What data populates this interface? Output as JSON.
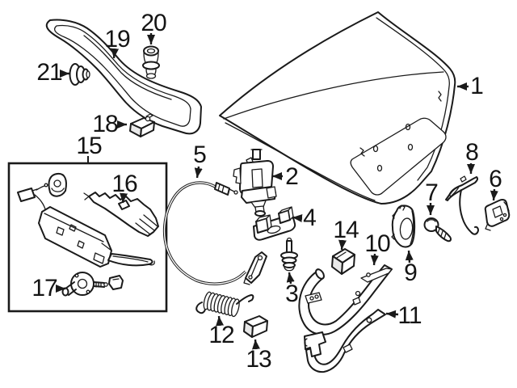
{
  "diagram": {
    "background": "#ffffff",
    "line_color": "#1a1a1a",
    "callouts": [
      {
        "label": "1"
      },
      {
        "label": "2"
      },
      {
        "label": "3"
      },
      {
        "label": "4"
      },
      {
        "label": "5"
      },
      {
        "label": "6"
      },
      {
        "label": "7"
      },
      {
        "label": "8"
      },
      {
        "label": "9"
      },
      {
        "label": "10"
      },
      {
        "label": "11"
      },
      {
        "label": "12"
      },
      {
        "label": "13"
      },
      {
        "label": "14"
      },
      {
        "label": "15"
      },
      {
        "label": "16"
      },
      {
        "label": "17"
      },
      {
        "label": "18"
      },
      {
        "label": "19"
      },
      {
        "label": "20"
      },
      {
        "label": "21"
      }
    ]
  }
}
